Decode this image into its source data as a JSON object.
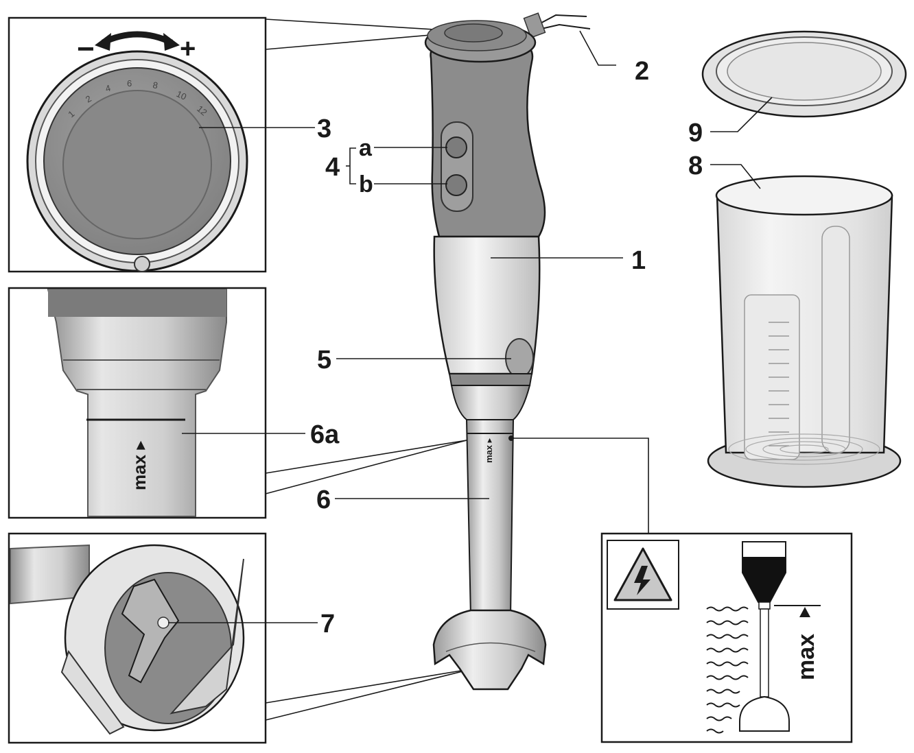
{
  "labels": {
    "l1": "1",
    "l2": "2",
    "l3": "3",
    "l4": "4",
    "l4a": "a",
    "l4b": "b",
    "l5": "5",
    "l6": "6",
    "l6a": "6a",
    "l7": "7",
    "l8": "8",
    "l9": "9"
  },
  "dial": {
    "minus": "−",
    "plus": "+",
    "speeds": [
      "1",
      "2",
      "4",
      "6",
      "8",
      "10",
      "12"
    ]
  },
  "shaft_mark": "max ▸",
  "warning": {
    "max": "max"
  },
  "colors": {
    "housing_dark": "#8c8c8c",
    "housing_light": "#e8e8e8",
    "outline": "#1a1a1a"
  }
}
